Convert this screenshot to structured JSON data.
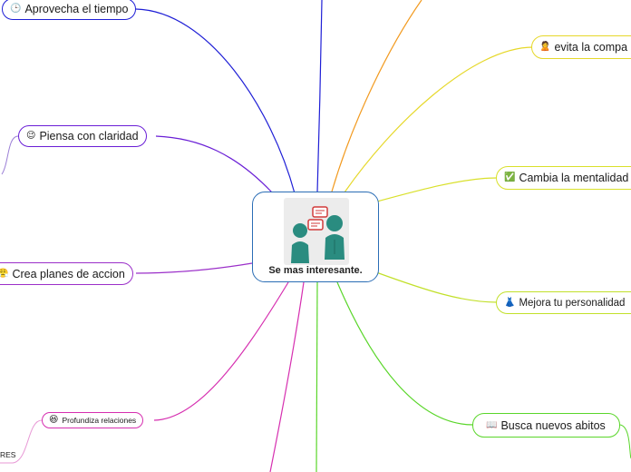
{
  "central": {
    "title": "Se mas interesante.",
    "icon": "conversation-people-icon"
  },
  "branches": [
    {
      "id": "aprovecha",
      "label": "Aprovecha el tiempo",
      "emoji": "🕒",
      "icon": "clock-icon",
      "color": "#1f1fd6"
    },
    {
      "id": "piensa",
      "label": "Piensa con claridad",
      "emoji": "😉",
      "icon": "wink-face-icon",
      "color": "#6a1fd6"
    },
    {
      "id": "crea",
      "label": "Crea planes de accion",
      "emoji": "😤",
      "icon": "steaming-face-icon",
      "color": "#9b2fc9"
    },
    {
      "id": "profundiza",
      "label": "Profundiza relaciones",
      "emoji": "😆",
      "icon": "laughing-face-icon",
      "color": "#d62fb0"
    },
    {
      "id": "evita",
      "label": "evita la compa",
      "emoji": "🙎",
      "icon": "person-pouting-icon",
      "color": "#e6d82a"
    },
    {
      "id": "cambia",
      "label": "Cambia la mentalidad",
      "emoji": "✅",
      "icon": "check-box-icon",
      "color": "#d9e02a"
    },
    {
      "id": "mejora",
      "label": "Mejora tu personalidad",
      "emoji": "👗",
      "icon": "dress-icon",
      "color": "#c2e02a"
    },
    {
      "id": "busca",
      "label": "Busca nuevos abitos",
      "emoji": "📖",
      "icon": "open-book-icon",
      "color": "#5ad62a"
    }
  ],
  "fragments": {
    "bottom_left": "RES"
  },
  "colors": {
    "central_border": "#2a6db5",
    "figure_teal": "#2a8c80",
    "bubble_red": "#d23b3b"
  }
}
